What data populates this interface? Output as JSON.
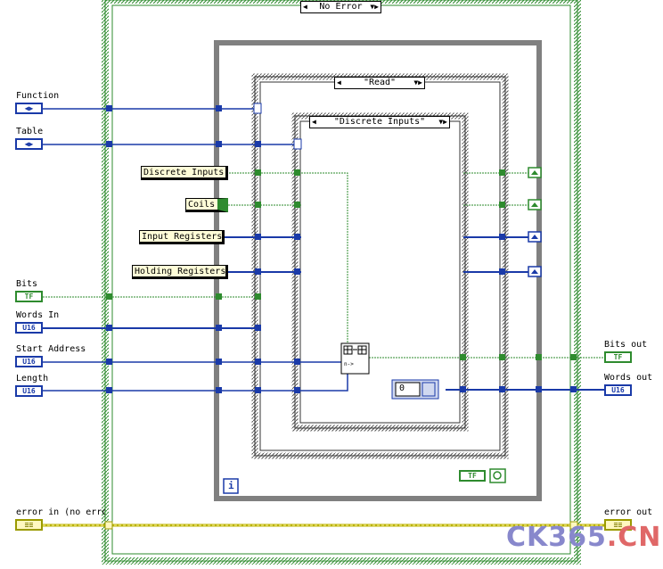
{
  "case_structures": {
    "outer_selector": "No Error",
    "middle_selector": "\"Read\"",
    "inner_selector": "\"Discrete Inputs\""
  },
  "inputs": [
    {
      "label": "Function",
      "type": "◀▶"
    },
    {
      "label": "Table",
      "type": "◀▶"
    },
    {
      "label": "Bits",
      "type": "TF"
    },
    {
      "label": "Words In",
      "type": "U16"
    },
    {
      "label": "Start Address",
      "type": "U16"
    },
    {
      "label": "Length",
      "type": "U16"
    },
    {
      "label": "error in (no erro",
      "type": "≡≡"
    }
  ],
  "outputs": [
    {
      "label": "Bits out",
      "type": "TF"
    },
    {
      "label": "Words out",
      "type": "U16"
    },
    {
      "label": "error out",
      "type": "≡≡"
    }
  ],
  "enum_constants": [
    "Discrete Inputs",
    "Coils",
    "Input Registers",
    "Holding Registers"
  ],
  "numeric_constant": "0",
  "loop_iteration": "i",
  "bool_constant": "TF",
  "watermark": {
    "part1": "CK365",
    "part2": ".CN"
  },
  "colors": {
    "u16_wire": "#1a3aa8",
    "bool_wire": "#2e8b2e",
    "error_wire": "#b8b000",
    "watermark_blue": "#8888cc",
    "watermark_red": "#e06868"
  }
}
